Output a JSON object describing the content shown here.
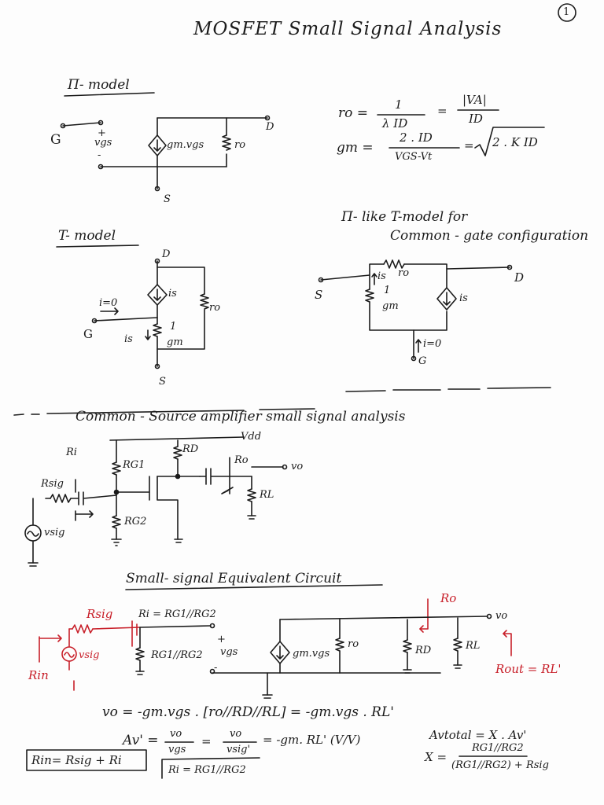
{
  "page_number": "1",
  "title": "MOSFET Small Signal Analysis",
  "pi_model": {
    "heading": "Π- model",
    "gate": "G",
    "vgs": "vgs",
    "plus": "+",
    "minus": "-",
    "source_label": "gm.vgs",
    "ro": "ro",
    "drain": "D",
    "source": "S"
  },
  "equations_top": {
    "ro_lhs": "ro =",
    "ro_num": "1",
    "ro_den": "λ ID",
    "ro_eq": "=",
    "ro_num2": "|VA|",
    "ro_den2": "ID",
    "gm_lhs": "gm =",
    "gm_num": "2 . ID",
    "gm_den": "VGS-Vt",
    "gm_eq": "=",
    "gm_sqrt": "2 . K ID"
  },
  "t_model": {
    "heading": "T- model",
    "drain": "D",
    "is": "is",
    "ro": "ro",
    "i_zero": "i=0",
    "gate": "G",
    "is_down": "is",
    "one": "1",
    "gm": "gm",
    "source": "S"
  },
  "pi_like": {
    "heading1": "Π- like  T-model  for",
    "heading2": "Common - gate  configuration",
    "ro": "ro",
    "source": "S",
    "is": "is",
    "one": "1",
    "gm": "gm",
    "is_right": "is",
    "drain": "D",
    "i_zero": "i=0",
    "gate": "G"
  },
  "cs_amp": {
    "heading": "Common - Source  amplifier   small signal  analysis",
    "vdd": "Vdd",
    "ri": "Ri",
    "rsig": "Rsig",
    "rg1": "RG1",
    "rd": "RD",
    "ro_label": "Ro",
    "vo": "vo",
    "rl": "RL",
    "rg2": "RG2",
    "vsig": "vsig"
  },
  "equiv": {
    "heading": "Small- signal Equivalent Circuit",
    "rsig": "Rsig",
    "ri_eq": "Ri = RG1//RG2",
    "plus": "+",
    "vgs": "vgs",
    "minus": "-",
    "vsig": "vsig",
    "rg_par": "RG1//RG2",
    "rin": "Rin",
    "gmvgs": "gm.vgs",
    "ro": "ro",
    "rd": "RD",
    "rl": "RL",
    "ro_out": "Ro",
    "vo": "vo",
    "rout": "Rout = RL'"
  },
  "bottom_eqs": {
    "vo_eq": "vo = -gm.vgs . [ro//RD//RL]  =  -gm.vgs . RL'",
    "av_lhs": "Av' =",
    "av_f1_num": "vo",
    "av_f1_den": "vgs",
    "av_eq1": "=",
    "av_f2_num": "vo",
    "av_f2_den": "vsig'",
    "av_rest": "= -gm. RL'  (V/V)",
    "av_total": "Avtotal = X . Av'",
    "x_lhs": "X =",
    "x_num": "RG1//RG2",
    "x_den": "(RG1//RG2) + Rsig",
    "rin_box": "Rin= Rsig + Ri",
    "ri_box": "Ri = RG1//RG2"
  }
}
